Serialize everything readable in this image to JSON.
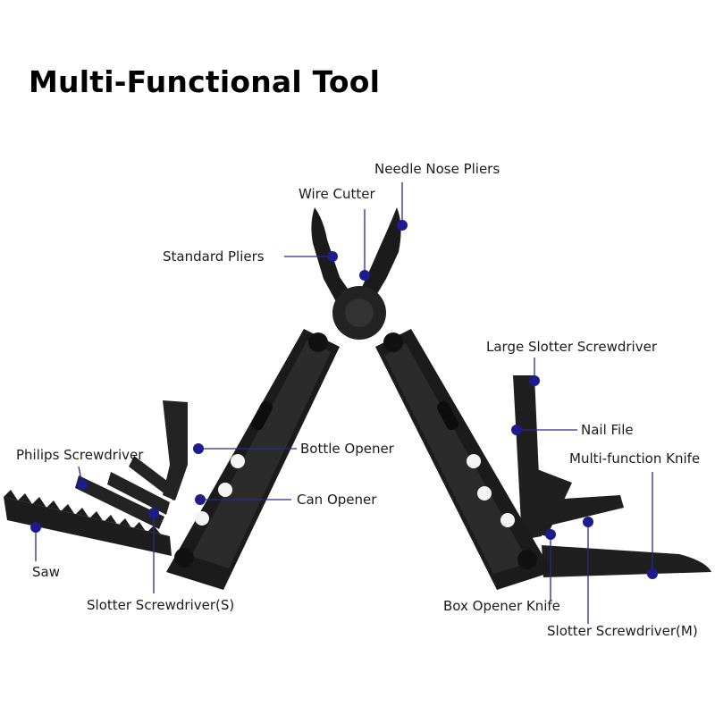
{
  "title": "Multi-Functional Tool",
  "colors": {
    "marker": "#1c1c8c",
    "leader": "#2a2a8a",
    "tool_body": "#1b1b1b",
    "tool_highlight": "#3a3a3a"
  },
  "labels": {
    "needle_nose_pliers": "Needle Nose Pliers",
    "wire_cutter": "Wire Cutter",
    "standard_pliers": "Standard Pliers",
    "large_slotter_screwdriver": "Large Slotter Screwdriver",
    "nail_file": "Nail File",
    "multi_function_knife": "Multi-function Knife",
    "bottle_opener": "Bottle Opener",
    "philips_screwdriver": "Philips Screwdriver",
    "can_opener": "Can Opener",
    "saw": "Saw",
    "slotter_screwdriver_s": "Slotter Screwdriver(S)",
    "box_opener_knife": "Box Opener Knife",
    "slotter_screwdriver_m": "Slotter Screwdriver(M)"
  }
}
